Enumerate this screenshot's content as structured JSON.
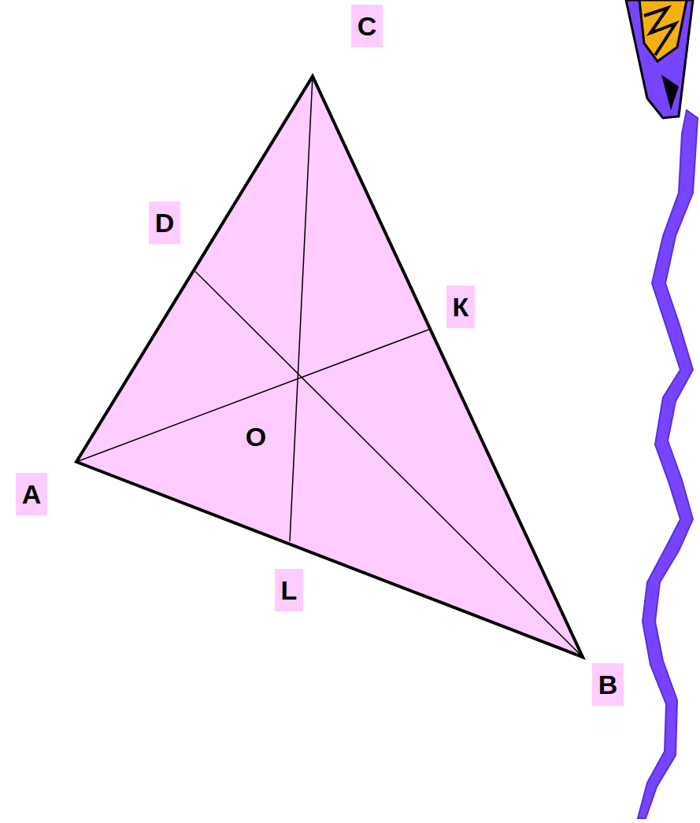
{
  "diagram": {
    "labels": [
      "C",
      "D",
      "К",
      "O",
      "A",
      "L",
      "B"
    ]
  }
}
